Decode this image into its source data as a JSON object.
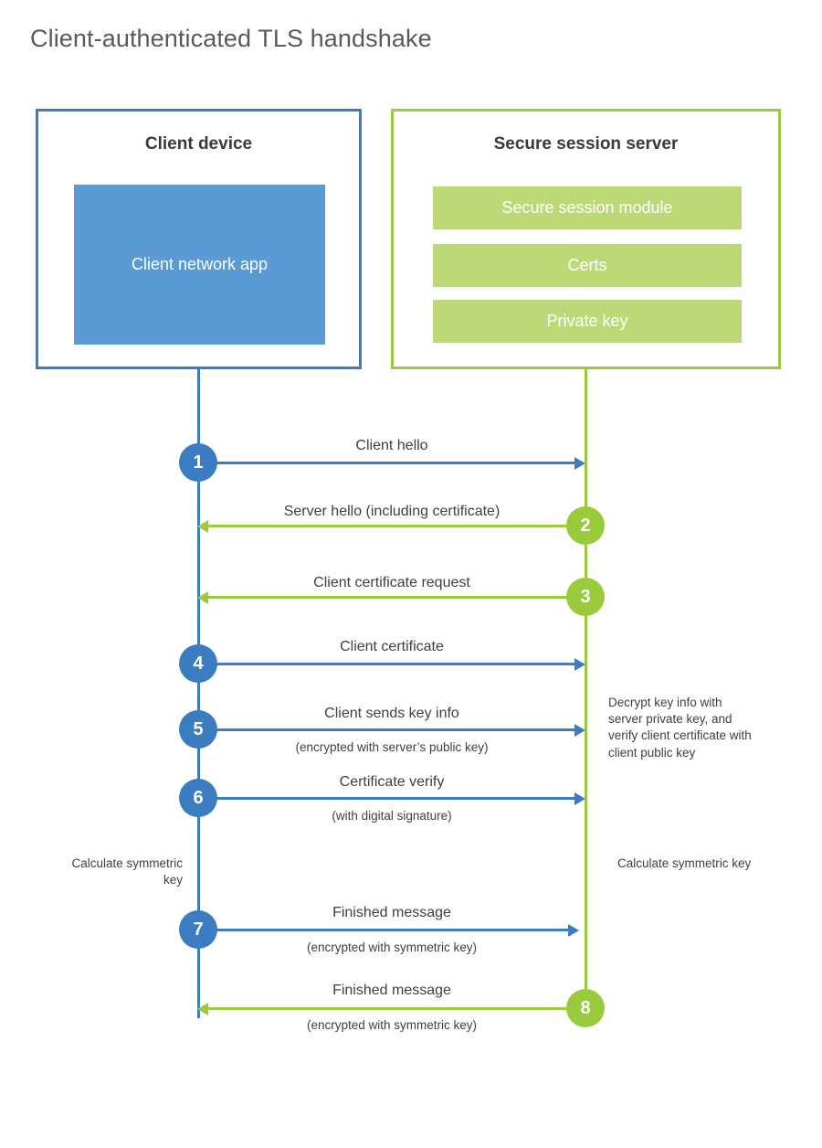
{
  "diagram": {
    "title": "Client-authenticated TLS handshake",
    "colors": {
      "client_blue": "#3b7dc0",
      "client_app_blue": "#5b9bd5",
      "server_green": "#9ACB3C",
      "server_module_green": "#BDD977",
      "title_gray": "#5a5a5a",
      "text_gray": "#3f3f3f"
    },
    "actors": [
      {
        "id": "client",
        "title": "Client device",
        "blocks": [
          {
            "label": "Client network app"
          }
        ]
      },
      {
        "id": "server",
        "title": "Secure session server",
        "blocks": [
          {
            "label": "Secure session module"
          },
          {
            "label": "Certs"
          },
          {
            "label": "Private key"
          }
        ]
      }
    ],
    "steps": [
      {
        "number": "1",
        "label": "Client hello",
        "sublabel": "",
        "direction": "client-to-server",
        "actor": "client"
      },
      {
        "number": "2",
        "label": "Server hello (including certificate)",
        "sublabel": "",
        "direction": "server-to-client",
        "actor": "server"
      },
      {
        "number": "3",
        "label": "Client certificate request",
        "sublabel": "",
        "direction": "server-to-client",
        "actor": "server"
      },
      {
        "number": "4",
        "label": "Client certificate",
        "sublabel": "",
        "direction": "client-to-server",
        "actor": "client"
      },
      {
        "number": "5",
        "label": "Client sends key info",
        "sublabel": "(encrypted with server’s public key)",
        "direction": "client-to-server",
        "actor": "client"
      },
      {
        "number": "6",
        "label": "Certificate verify",
        "sublabel": "(with digital signature)",
        "direction": "client-to-server",
        "actor": "client"
      },
      {
        "number": "7",
        "label": "Finished message",
        "sublabel": "(encrypted with symmetric key)",
        "direction": "client-to-server",
        "actor": "client"
      },
      {
        "number": "8",
        "label": "Finished message",
        "sublabel": "(encrypted with symmetric key)",
        "direction": "server-to-client",
        "actor": "server"
      }
    ],
    "notes": {
      "server_decrypt": "Decrypt key info with server private key, and verify client certificate with client public key",
      "client_calculate": "Calculate symmetric key",
      "server_calculate": "Calculate symmetric key"
    }
  }
}
